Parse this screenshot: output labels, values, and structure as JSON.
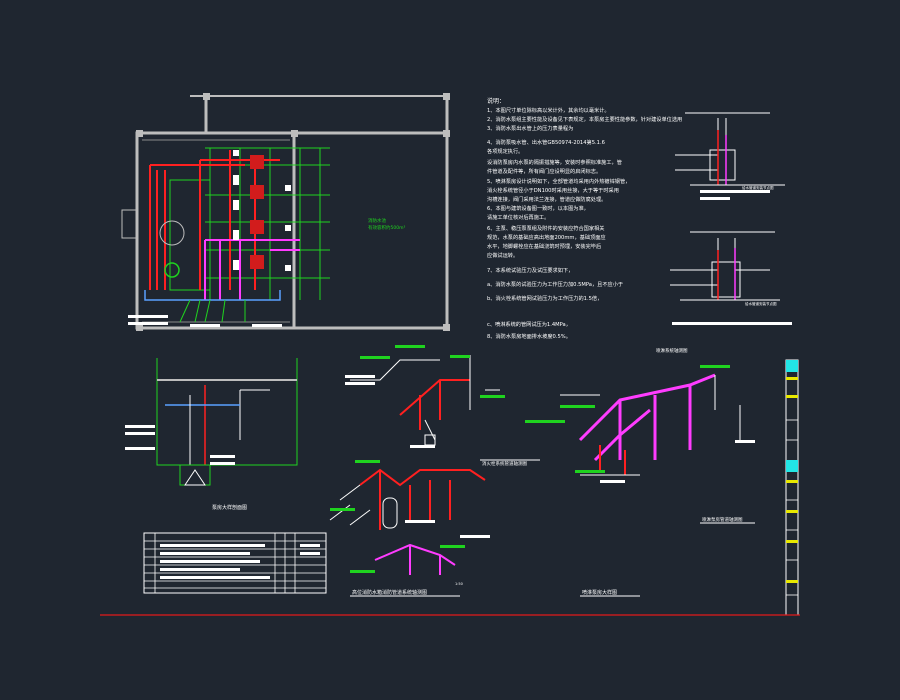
{
  "colors": {
    "background": "#1f2630",
    "wall": "#bdbdbd",
    "fire_pipe": "#ff2020",
    "spray_pipe": "#ff3cff",
    "drain_pipe": "#5aa0ff",
    "green_line": "#1fd31f",
    "white": "#ffffff",
    "yellow": "#e8e800",
    "cyan": "#22e6e6",
    "frame_line": "#e21a1a"
  },
  "icons": [
    "pump-symbol",
    "valve-symbol",
    "tank-symbol"
  ],
  "notes": {
    "heading": "说明：",
    "lines": [
      "1、本图尺寸单位除标高以米计外，其余均以毫米计。",
      "2、消防水泵组主要性能及设备见下表规定，本泵房主要性能参数，针对建设单位选用",
      "3、消防水泵出水管上的压力表量程为",
      "4、消防泵吸水管、出水管GB50974-2014第5.1.6",
      "各项规定执行。",
      "设消防泵房内水泵的隔振措施等，安装时参照标准施工，管",
      "件管道及配件等，所有阀门应设明显的启闭标志。",
      "5、喷淋泵房设计说明如下，全部管道均采用内外热镀锌钢管，",
      "消火栓系统管径小于DN100时采用丝接，大于等于时采用",
      "沟槽连接，阀门采用法兰连接，管道应做防腐处理。",
      "6、本图与建筑设备图一致时，以本图为准，",
      "请施工单位核对后再施工。",
      "6、主泵、稳压泵泵组及附件的安装应符合国家相关",
      "规范，水泵的基础应高出地面200mm，基础顶面应",
      "水平，地脚螺栓应在基础浇筑时预埋，安装完毕后",
      "应做试运转。",
      "7、本系统试验压力及试压要求如下，",
      "a、消防水泵的试验压力为工作压力加0.5MPa，且不应小于",
      "b、消火栓系统管网试验压力为工作压力的1.5倍，",
      "c、喷淋系统的管网试压为1.4MPa，",
      "8、消防水泵房地面排水坡度0.5%。"
    ]
  },
  "plan": {
    "title_room": "消防水池",
    "title_sub": "有效容积约500m³"
  },
  "details": {
    "top_label": "给水管道安装节点图",
    "bottom_label": "给水管道安装节点图"
  },
  "drawing_titles": {
    "section_left": "泵房大样剖面图",
    "axon_top_left": "消火栓系统管道轴测图",
    "axon_top_right": "喷淋系统轴测图",
    "axon_right_note": "喷淋泵房管道轴测图",
    "axon_bottom_center": "高位消防水箱消防管道系统轴测图",
    "axon_bottom_right": "喷淋泵房大样图",
    "scale": "1:50"
  },
  "equipment_table": {
    "rows": 8
  }
}
